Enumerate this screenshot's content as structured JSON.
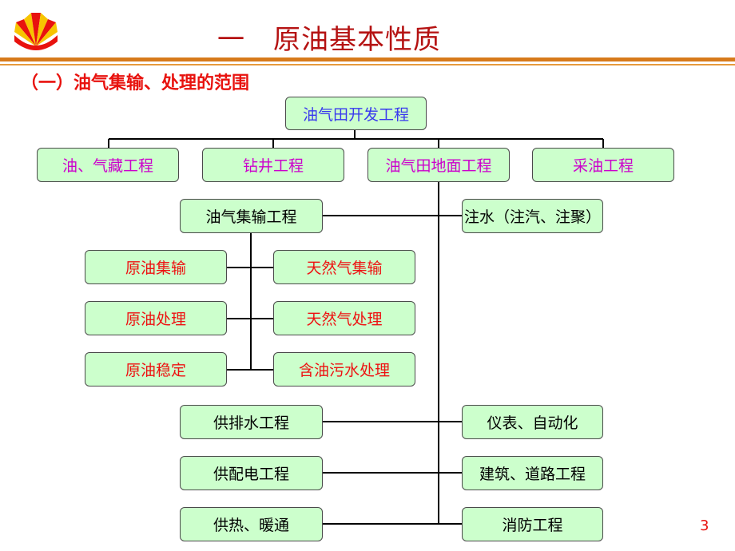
{
  "title": "一　原油基本性质",
  "section_heading": "（一）油气集输、处理的范围",
  "logo": {
    "icon": "sunburst-logo-icon",
    "colors": [
      "#e8120e",
      "#f7c400"
    ]
  },
  "diagram": {
    "root": "油气田开发工程",
    "level2": [
      "油、气藏工程",
      "钻井工程",
      "油气田地面工程",
      "采油工程"
    ],
    "gathering": "油气集输工程",
    "gathering_children_left": [
      "原油集输",
      "原油处理",
      "原油稳定"
    ],
    "gathering_children_right": [
      "天然气集输",
      "天然气处理",
      "含油污水处理"
    ],
    "water_injection": "注水（注汽、注聚）",
    "left_branch": [
      "供排水工程",
      "供配电工程",
      "供热、暖通"
    ],
    "right_branch": [
      "仪表、自动化",
      "建筑、道路工程",
      "消防工程"
    ]
  },
  "page_number": "3",
  "colors": {
    "title": "#b51212",
    "section": "#e8120e",
    "box_fill": "#ccffcc",
    "rule": "#d77a1b"
  }
}
